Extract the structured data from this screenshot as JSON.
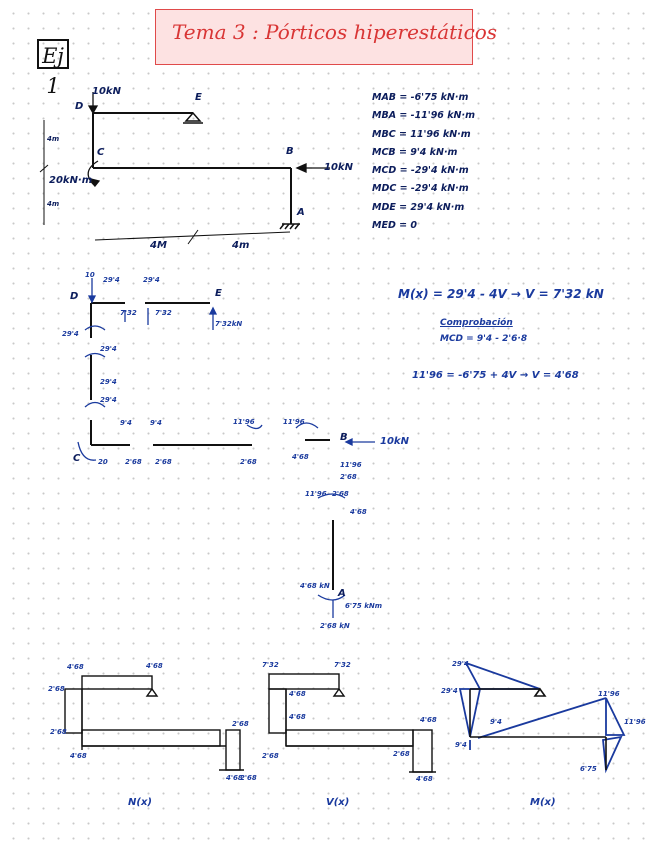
{
  "title": "Tema 3 :  Pórticos hiperestáticos",
  "exercise": "Ej 1",
  "frame": {
    "nodes": [
      "D",
      "E",
      "C",
      "B",
      "A"
    ],
    "loads": {
      "top": "10kN",
      "right": "10kN",
      "moment": "20kN·m"
    },
    "dims": {
      "h1": "4m",
      "h2": "4m",
      "span1": "4M",
      "span2": "4m"
    }
  },
  "moments": [
    "MAB = -6'75 kN·m",
    "MBA = -11'96 kN·m",
    "MBC = 11'96 kN·m",
    "MCB = 9'4 kN·m",
    "MCD = -29'4 kN·m",
    "MDC = -29'4 kN·m",
    "MDE = 29'4 kN·m",
    "MED = 0"
  ],
  "equations": {
    "eq1": "M(x) = 29'4 - 4V → V = 7'32 kN",
    "comp_label": "Comprobación",
    "comp_eq": "MCD = 9'4 - 2'6·8",
    "eq2": "11'96 = -6'75 + 4V → V = 4'68"
  },
  "fbd": {
    "D": "D",
    "E": "E",
    "C": "C",
    "B": "B",
    "A": "A",
    "load_top": "10",
    "v_d1": "29'4",
    "v_d2": "29'4",
    "m_d1": "29'4",
    "v732a": "7'32",
    "v732b": "7'32",
    "e_mom": "7'32kN",
    "c_top1": "29'4",
    "c_top2": "29'4",
    "c_mid": "29'4",
    "c_v1": "9'4",
    "c_v2": "9'4",
    "b_m1": "11'96",
    "b_m2": "11'96",
    "b_load": "10kN",
    "c_m20": "20",
    "h268a": "2'68",
    "h268b": "2'68",
    "h268c": "2'68",
    "b_v1": "4'68",
    "b_v2": "11'96",
    "b_v3": "2'68",
    "b_v4": "11'96",
    "b_v5": "2'68",
    "b_v6": "4'68",
    "a_v1": "4'68 kN",
    "a_m": "6'75 kNm",
    "a_v2": "2'68 kN"
  },
  "diagrams": {
    "n": {
      "caption": "N(x)",
      "l1": "4'68",
      "l2": "2'68",
      "l3": "4'68",
      "l4": "2'68",
      "l5": "4'68",
      "l6": "2'68",
      "l7": "2'68",
      "l8": "4'68"
    },
    "v": {
      "caption": "V(x)",
      "l1": "7'32",
      "l2": "7'32",
      "l3": "4'68",
      "l4": "4'68",
      "l5": "2'68",
      "l6": "4'68",
      "l7": "2'68",
      "l8": "4'68"
    },
    "m": {
      "caption": "M(x)",
      "l1": "29'4",
      "l2": "29'4",
      "l3": "9'4",
      "l4": "9'4",
      "l5": "11'96",
      "l6": "11'96",
      "l7": "6'75"
    }
  }
}
